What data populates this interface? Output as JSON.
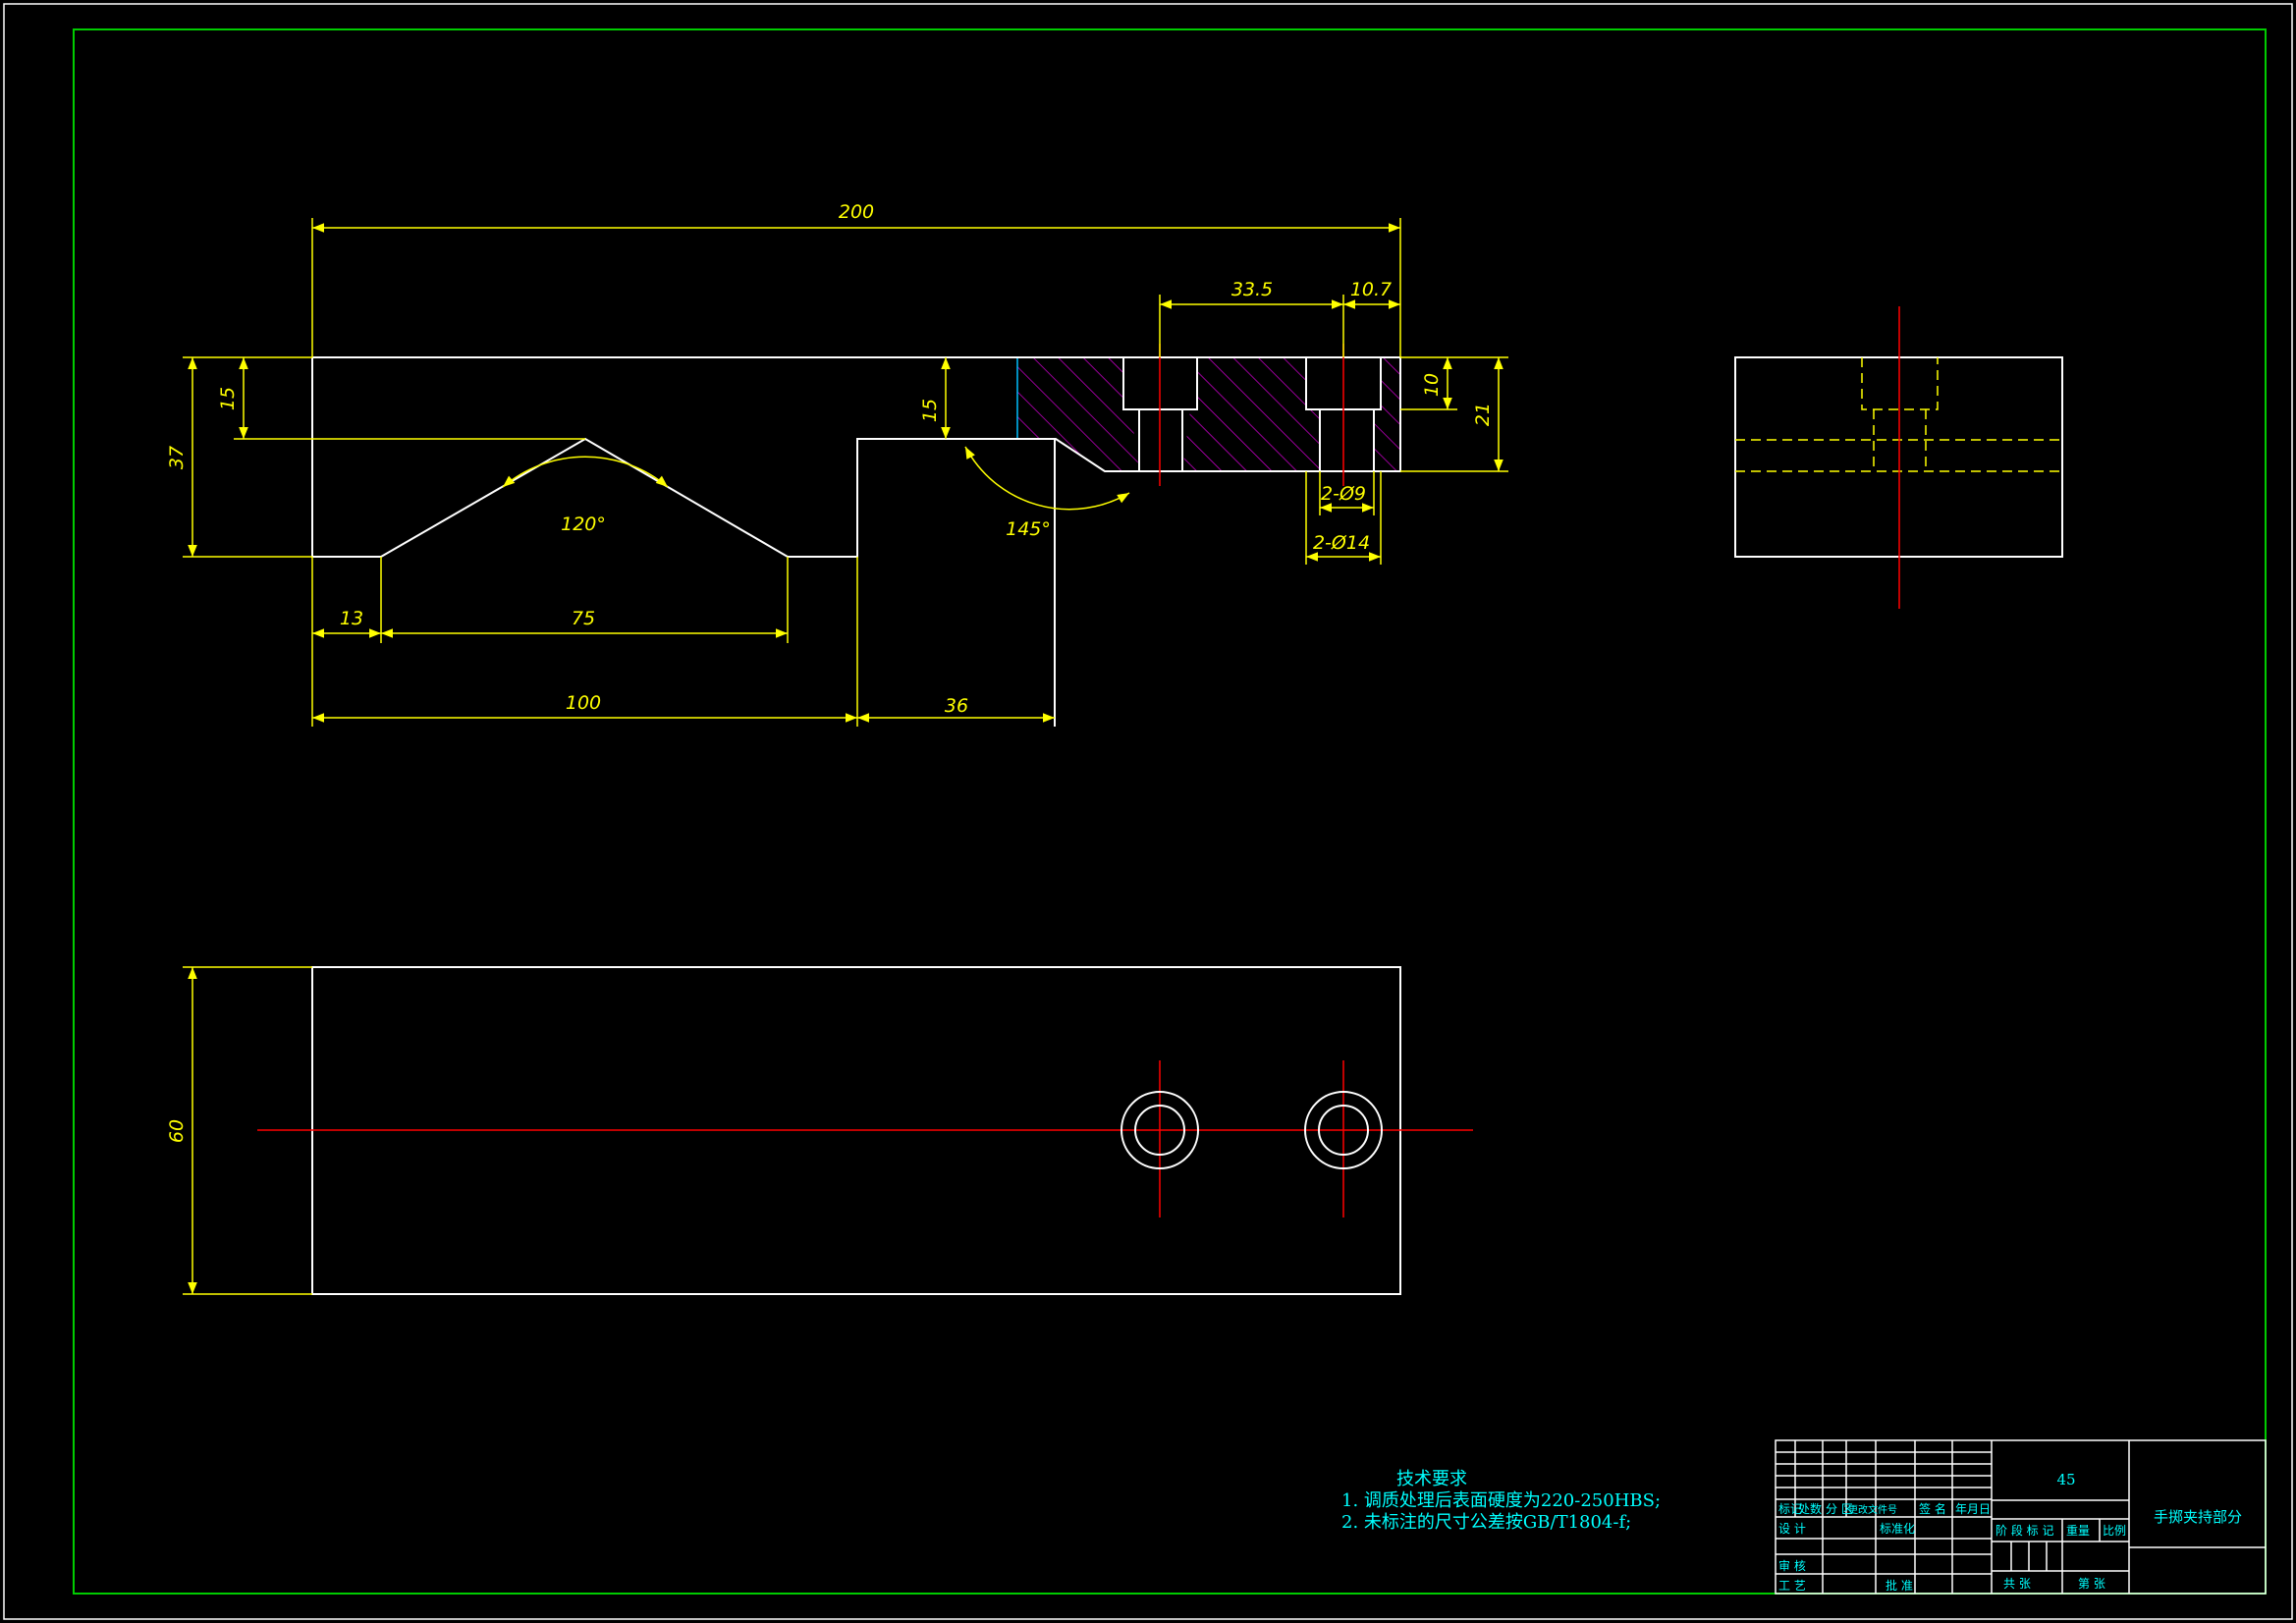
{
  "colors": {
    "background": "#000000",
    "outline": "#ffffff",
    "dimension": "#ffff00",
    "centerline": "#ff0000",
    "hatch": "#cc00cc",
    "text": "#00ffff",
    "frame": "#00cc00"
  },
  "dimensions": {
    "overall_length": "200",
    "counterbore_spacing": "33.5",
    "edge_to_hole": "10.7",
    "counterbore_depth": "10",
    "step_height": "21",
    "total_height": "37",
    "v_depth_left": "15",
    "block_depth": "15",
    "v_angle": "120°",
    "chamfer_angle": "145°",
    "left_offset": "13",
    "v_width": "75",
    "to_step": "100",
    "step_width": "36",
    "hole_small": "2-Ø9",
    "hole_large": "2-Ø14",
    "width": "60"
  },
  "notes": {
    "title": "技术要求",
    "line1": "1. 调质处理后表面硬度为220-250HBS;",
    "line2": "2. 未标注的尺寸公差按GB/T1804-f;"
  },
  "title_block": {
    "material": "45",
    "part_name": "手掷夹持部分",
    "hdr_mark": "标记",
    "hdr_count": "处数",
    "hdr_zone": "分 区",
    "hdr_docno": "更改文件号",
    "hdr_sign": "签 名",
    "hdr_date": "年月日",
    "design": "设 计",
    "standardize": "标准化",
    "review": "审 核",
    "process": "工 艺",
    "approve": "批 准",
    "stage_mark": "阶 段 标 记",
    "weight": "重量",
    "scale": "比例",
    "total": "共   张",
    "sheet": "第   张"
  }
}
